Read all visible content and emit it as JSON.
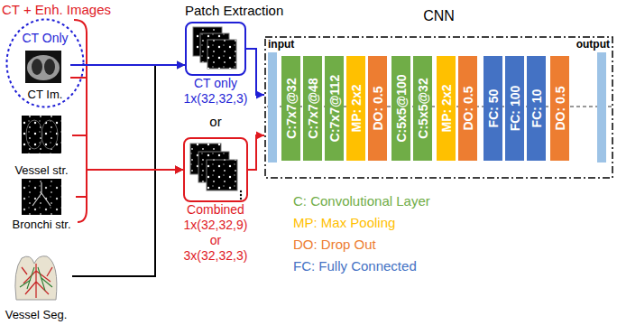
{
  "diagram": {
    "nodes": [
      {
        "text": [
          "CT Only"
        ]
      },
      {
        "text": [
          "CT Im."
        ],
        "in": 0
      },
      {
        "text": [
          "Vessel str."
        ]
      },
      {
        "text": [
          "Bronchi str."
        ]
      },
      {
        "text": [
          "Vessel Seg."
        ]
      },
      {
        "text": [
          "CT only",
          "1x(32,32,3)"
        ]
      },
      {
        "text": [
          "Combined",
          "1x(32,32,9)",
          "or",
          "3x(32,32,3)"
        ]
      },
      {
        "text": [
          "CNN",
          "input",
          "output"
        ]
      },
      {
        "text": [
          "C:7x7@32"
        ],
        "in": 7
      },
      {
        "text": [
          "C:7x7@48"
        ],
        "in": 7
      },
      {
        "text": [
          "C:7x7@112"
        ],
        "in": 7
      },
      {
        "text": [
          "MP: 2x2"
        ],
        "in": 7
      },
      {
        "text": [
          "DO: 0.5"
        ],
        "in": 7
      },
      {
        "text": [
          "C:5x5@100"
        ],
        "in": 7
      },
      {
        "text": [
          "C:5x5@32"
        ],
        "in": 7
      },
      {
        "text": [
          "MP: 2x2"
        ],
        "in": 7
      },
      {
        "text": [
          "DO: 0.5"
        ],
        "in": 7
      },
      {
        "text": [
          "FC: 50"
        ],
        "in": 7
      },
      {
        "text": [
          "FC: 100"
        ],
        "in": 7
      },
      {
        "text": [
          "FC: 10"
        ],
        "in": 7
      },
      {
        "text": [
          "DO: 0.5"
        ],
        "in": 7
      }
    ],
    "edges": [
      {
        "from": 1,
        "to": 5,
        "arrow": "to"
      },
      {
        "from": 1,
        "to": 6,
        "arrow": "to"
      },
      {
        "from": 2,
        "to": 6,
        "arrow": "to"
      },
      {
        "from": 3,
        "to": 6,
        "arrow": "to"
      },
      {
        "from": 4,
        "to": 5,
        "arrow": "to"
      },
      {
        "from": 4,
        "to": 6,
        "arrow": "to"
      },
      {
        "from": 5,
        "to": 7,
        "arrow": "to"
      },
      {
        "from": 6,
        "to": 7,
        "arrow": "to"
      }
    ],
    "labels": [
      "CT + Enh. Images",
      "Patch Extraction",
      "or"
    ],
    "legend": [
      {
        "text": "C: Convolutional Layer",
        "color": "#70ad47"
      },
      {
        "text": "MP: Max Pooling",
        "color": "#ffc000"
      },
      {
        "text": "DO: Drop Out",
        "color": "#ed7d31"
      },
      {
        "text": "FC: Fully Connected",
        "color": "#4472c4"
      }
    ]
  }
}
